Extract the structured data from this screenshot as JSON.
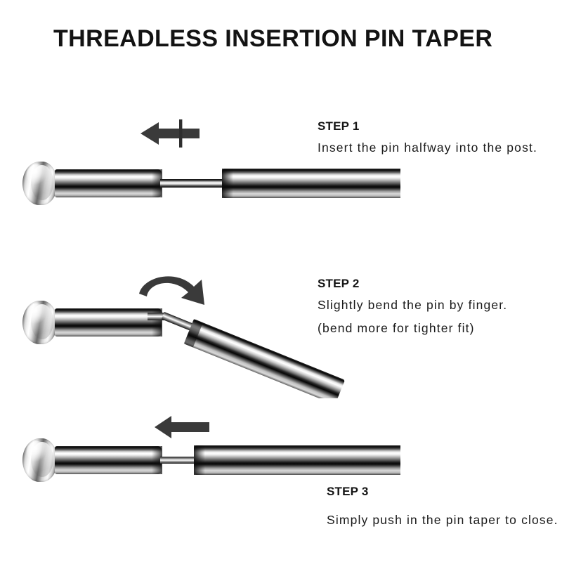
{
  "page": {
    "title": "THREADLESS INSERTION PIN TAPER",
    "background_color": "#ffffff",
    "text_color": "#141414",
    "arrow_color": "#3a3a3a"
  },
  "steps": [
    {
      "label": "STEP 1",
      "lines": [
        "Insert the pin halfway into the post."
      ],
      "arrow": "arrow-left-with-tick-icon",
      "illustration": "straight-barbell-pin-half-inserted"
    },
    {
      "label": "STEP 2",
      "lines": [
        "Slightly bend the pin by finger.",
        "(bend more for tighter fit)"
      ],
      "arrow": "curved-arrow-clockwise-icon",
      "illustration": "barbell-pin-bent-downward"
    },
    {
      "label": "STEP 3",
      "lines": [
        "Simply push in the pin taper to close."
      ],
      "arrow": "arrow-left-icon",
      "illustration": "straight-barbell-pin-closed"
    }
  ]
}
